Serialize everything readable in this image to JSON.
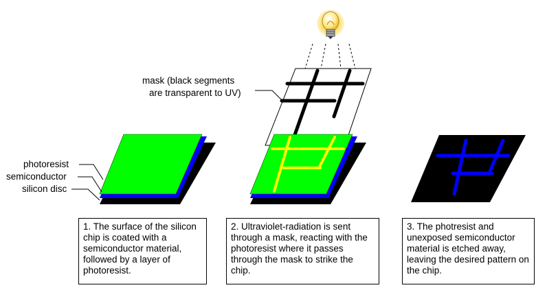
{
  "labels": {
    "mask_line1": "mask (black segments",
    "mask_line2": "are transparent to UV)",
    "photoresist": "photoresist",
    "semiconductor": "semiconductor",
    "silicon": "silicon disc"
  },
  "captions": [
    "1.  The surface of the silicon chip is coated with a semiconductor material, followed by a layer of photoresist.",
    "2.  Ultraviolet-radiation is sent through a mask, reacting with the photoresist where it passes through the mask to strike the chip.",
    "3.  The photresist and unexposed semiconductor material is etched away, leaving the desired pattern on the chip."
  ],
  "colors": {
    "photoresist": "#00ff00",
    "semiconductor": "#0000ff",
    "silicon": "#000000",
    "uv_pattern": "#ffff00",
    "bulb_glow": "#ffe060"
  }
}
